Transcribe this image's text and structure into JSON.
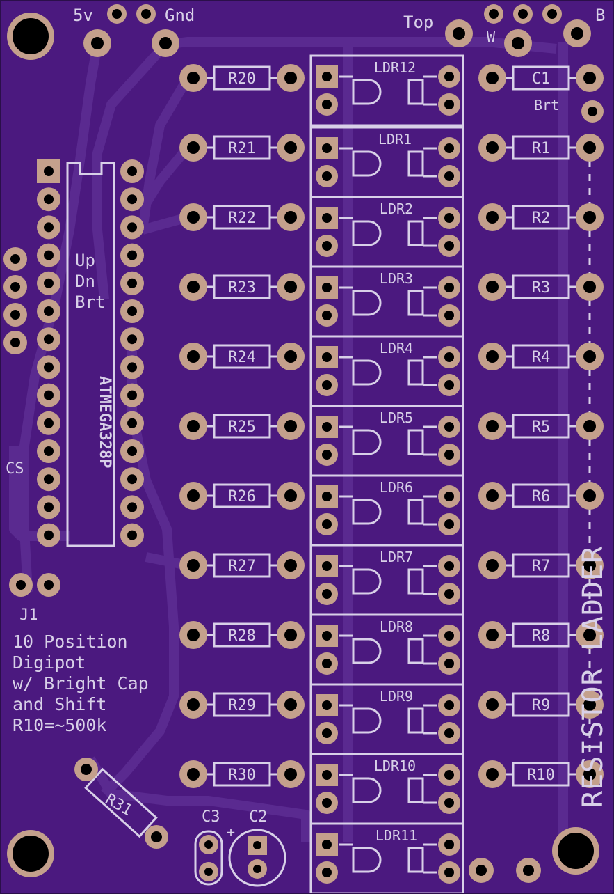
{
  "board": {
    "colors": {
      "board": "#4b197f",
      "trace": "#5a2a90",
      "silk": "#d8d0e8",
      "pad": "#c4a08c",
      "hole": "#000000"
    },
    "header": {
      "v5": "5v",
      "gnd": "Gnd",
      "top": "Top",
      "w": "W",
      "b": "B",
      "brt": "Brt"
    },
    "chip": {
      "name": "ATMEGA328P",
      "line1": "Up",
      "line2": "Dn",
      "line3": "Brt",
      "cs": "CS"
    },
    "j1": "J1",
    "caption": [
      "10 Position",
      "Digipot",
      "w/ Bright Cap",
      "and Shift",
      "R10=~500k"
    ],
    "left_resistors": [
      "R20",
      "R21",
      "R22",
      "R23",
      "R24",
      "R25",
      "R26",
      "R27",
      "R28",
      "R29",
      "R30"
    ],
    "ldrs": [
      "LDR12",
      "LDR1",
      "LDR2",
      "LDR3",
      "LDR4",
      "LDR5",
      "LDR6",
      "LDR7",
      "LDR8",
      "LDR9",
      "LDR10",
      "LDR11"
    ],
    "right_parts": [
      "C1",
      "R1",
      "R2",
      "R3",
      "R4",
      "R5",
      "R6",
      "R7",
      "R8",
      "R9",
      "R10"
    ],
    "r31": "R31",
    "c3": "C3",
    "c2": "C2",
    "plus": "+",
    "ladder": "RESISTOR LADDER"
  }
}
